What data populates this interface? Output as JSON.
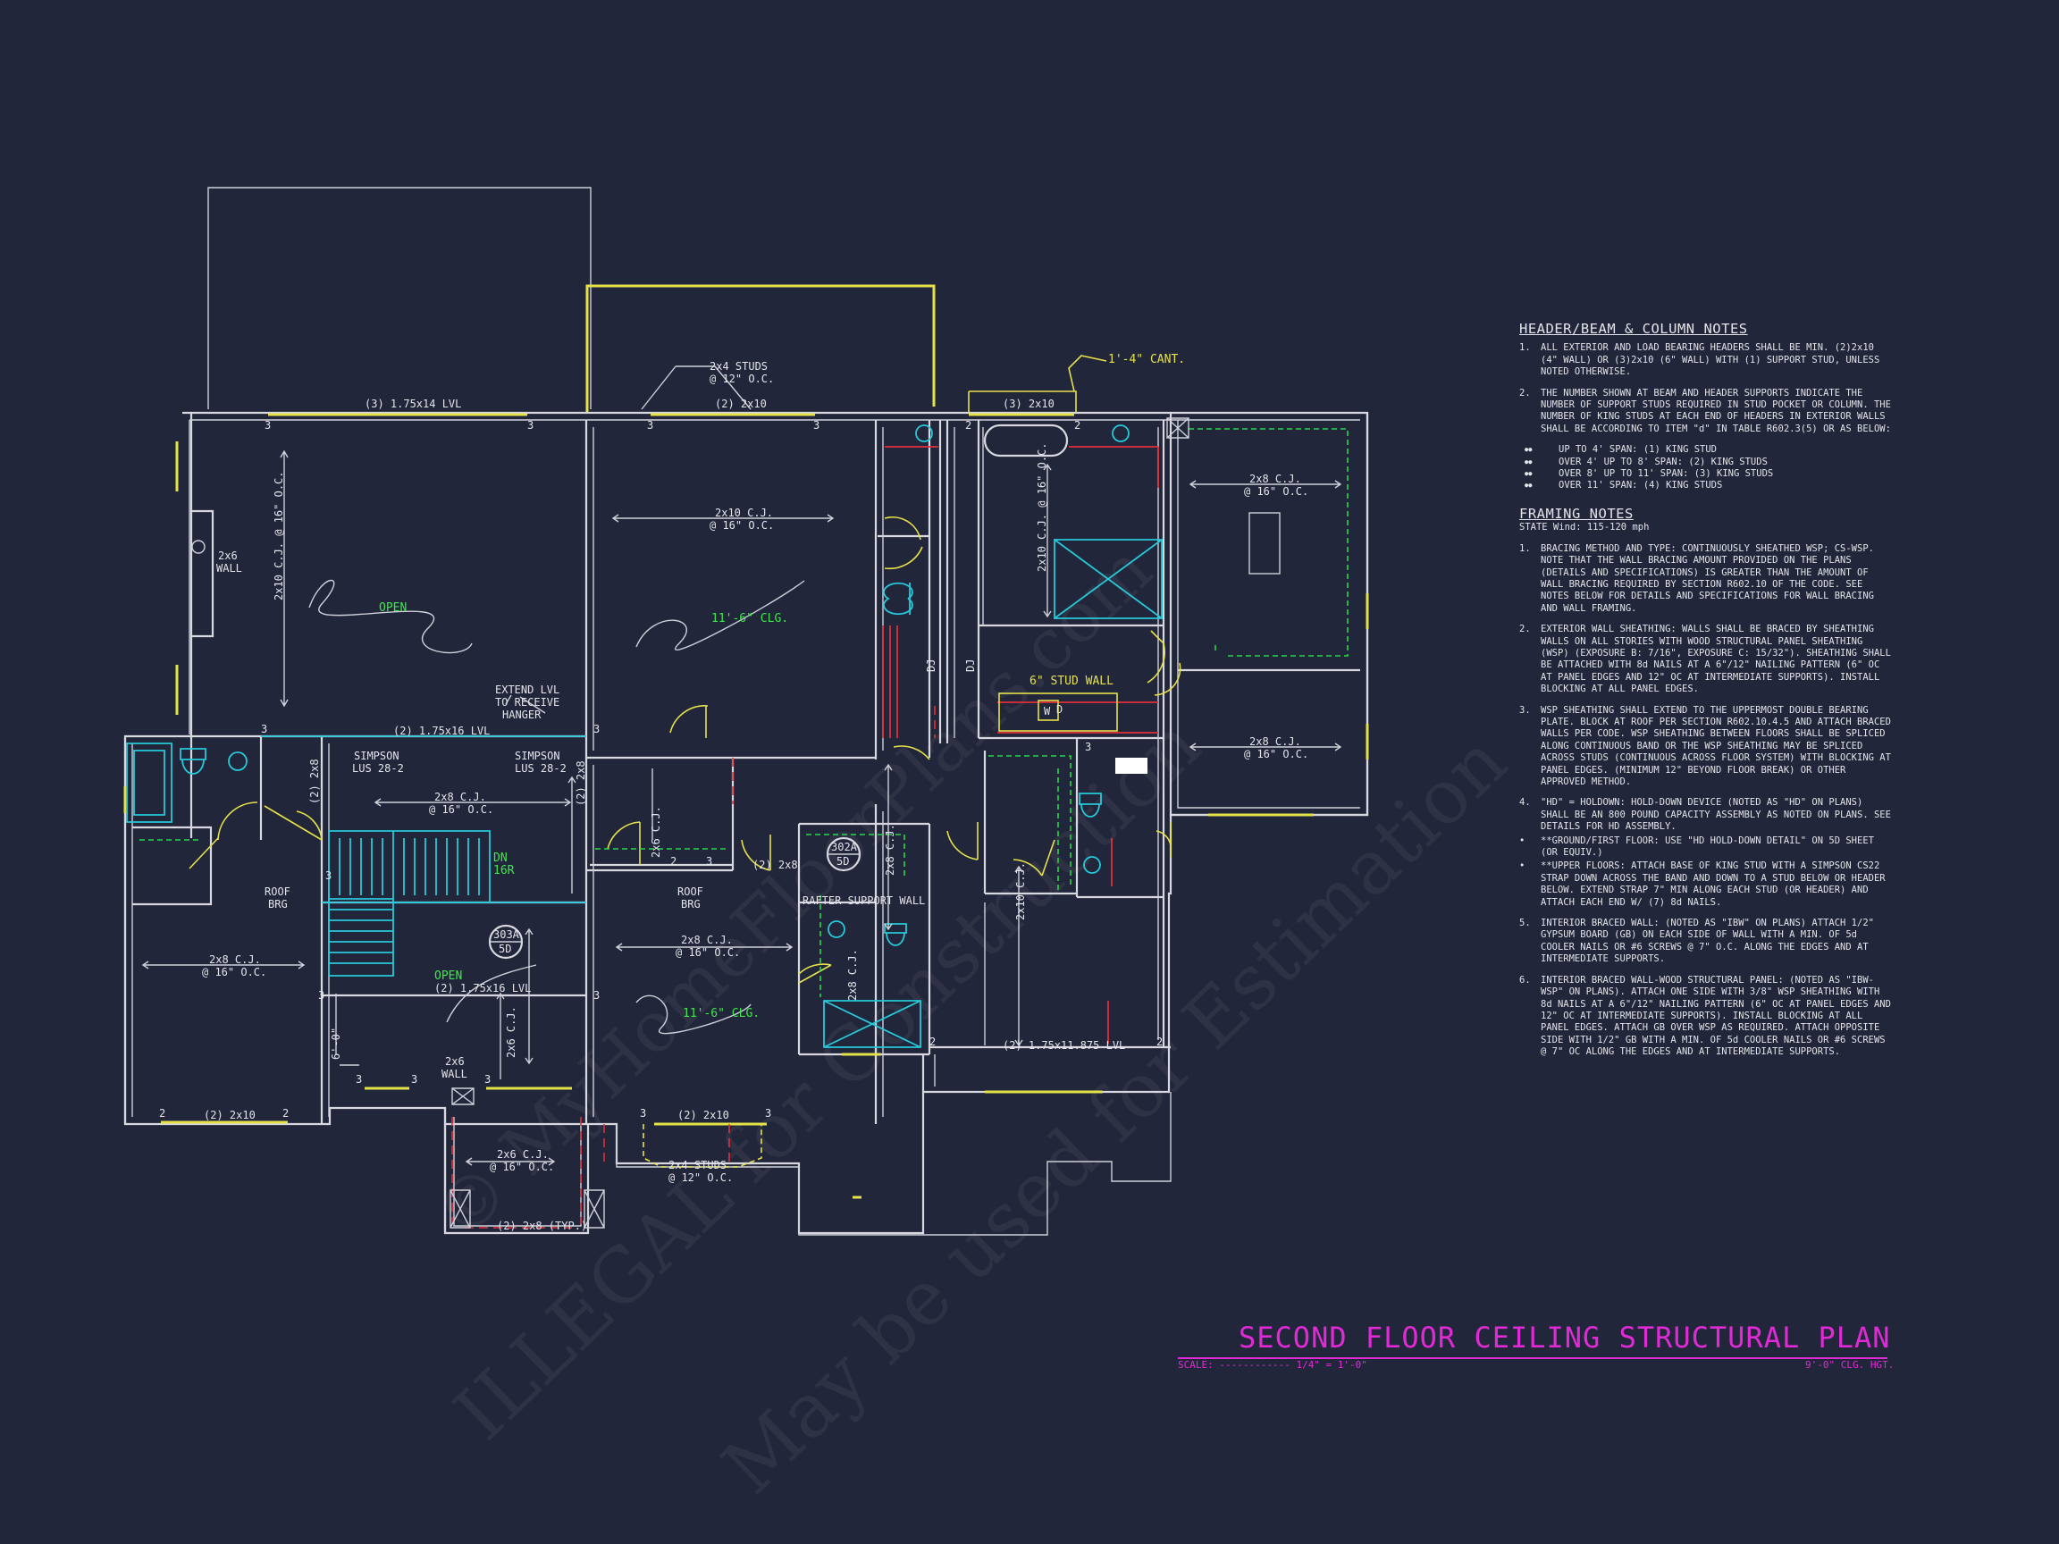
{
  "watermark": {
    "line1": "© MyHomeFloorPlans.com",
    "line2": "ILLEGAL for Construction",
    "line3": "May be used for Estimation"
  },
  "title": "SECOND FLOOR CEILING STRUCTURAL PLAN",
  "scale_label": "SCALE: ------------ 1/4\" = 1'-0\"",
  "ceiling_height": "9'-0\" CLG. HGT.",
  "header_notes": {
    "heading": "HEADER/BEAM & COLUMN NOTES",
    "items": [
      {
        "num": "1.",
        "text": "ALL EXTERIOR AND LOAD BEARING HEADERS SHALL BE MIN. (2)2x10 (4\" WALL) OR (3)2x10 (6\" WALL) WITH (1) SUPPORT STUD, UNLESS NOTED OTHERWISE."
      },
      {
        "num": "2.",
        "text": "THE NUMBER SHOWN AT BEAM AND HEADER SUPPORTS INDICATE THE NUMBER OF SUPPORT STUDS REQUIRED IN STUD POCKET OR COLUMN. THE NUMBER OF KING STUDS AT EACH END OF HEADERS IN EXTERIOR WALLS SHALL BE ACCORDING TO ITEM \"d\" IN TABLE R602.3(5) OR AS BELOW:"
      }
    ],
    "bullets": [
      "UP TO 4' SPAN: (1) KING STUD",
      "OVER 4' UP TO 8' SPAN: (2) KING STUDS",
      "OVER 8' UP TO 11' SPAN: (3) KING STUDS",
      "OVER 11' SPAN: (4) KING STUDS"
    ]
  },
  "framing_notes": {
    "heading": "FRAMING NOTES",
    "state_wind": "STATE Wind: 115-120 mph",
    "items": [
      {
        "num": "1.",
        "text": "BRACING METHOD AND TYPE: CONTINUOUSLY SHEATHED WSP; CS-WSP. NOTE THAT THE WALL BRACING AMOUNT PROVIDED ON THE PLANS (DETAILS AND SPECIFICATIONS) IS GREATER THAN THE AMOUNT OF WALL BRACING REQUIRED BY SECTION R602.10 OF THE CODE. SEE NOTES BELOW FOR DETAILS AND SPECIFICATIONS FOR WALL BRACING AND WALL FRAMING."
      },
      {
        "num": "2.",
        "text": "EXTERIOR WALL SHEATHING: WALLS SHALL BE BRACED BY SHEATHING WALLS ON ALL STORIES WITH WOOD STRUCTURAL PANEL SHEATHING (WSP) (EXPOSURE B: 7/16\", EXPOSURE C: 15/32\"). SHEATHING SHALL BE ATTACHED WITH 8d NAILS AT A 6\"/12\" NAILING PATTERN (6\" OC AT PANEL EDGES AND 12\" OC AT INTERMEDIATE SUPPORTS). INSTALL BLOCKING AT ALL PANEL EDGES."
      },
      {
        "num": "3.",
        "text": "WSP SHEATHING SHALL EXTEND TO THE UPPERMOST DOUBLE BEARING PLATE. BLOCK AT ROOF PER SECTION R602.10.4.5 AND ATTACH BRACED WALLS PER CODE. WSP SHEATHING BETWEEN FLOORS SHALL BE SPLICED ALONG CONTINUOUS BAND OR THE WSP SHEATHING MAY BE SPLICED ACROSS STUDS (CONTINUOUS ACROSS FLOOR SYSTEM) WITH BLOCKING AT PANEL EDGES. (MINIMUM 12\" BEYOND FLOOR BREAK) OR OTHER APPROVED METHOD."
      },
      {
        "num": "4.",
        "text": "\"HD\" = HOLDOWN: HOLD-DOWN DEVICE (NOTED AS \"HD\" ON PLANS) SHALL BE AN 800 POUND CAPACITY ASSEMBLY AS NOTED ON PLANS. SEE DETAILS FOR HD ASSEMBLY."
      }
    ],
    "sub_bullets": [
      "**GROUND/FIRST FLOOR: USE \"HD HOLD-DOWN DETAIL\" ON 5D SHEET (OR EQUIV.)",
      "**UPPER FLOORS: ATTACH BASE OF KING STUD WITH A SIMPSON CS22 STRAP DOWN ACROSS THE BAND AND DOWN TO A STUD BELOW OR HEADER BELOW. EXTEND STRAP 7\" MIN ALONG EACH STUD (OR HEADER) AND ATTACH EACH END W/ (7) 8d NAILS."
    ],
    "items2": [
      {
        "num": "5.",
        "text": "INTERIOR BRACED WALL: (NOTED AS \"IBW\" ON PLANS) ATTACH 1/2\" GYPSUM BOARD (GB) ON EACH SIDE OF WALL WITH A MIN. OF 5d COOLER NAILS OR #6 SCREWS @ 7\" O.C. ALONG THE EDGES AND AT INTERMEDIATE SUPPORTS."
      },
      {
        "num": "6.",
        "text": "INTERIOR BRACED WALL-WOOD STRUCTURAL PANEL: (NOTED AS \"IBW-WSP\" ON PLANS). ATTACH ONE SIDE WITH 3/8\" WSP SHEATHING WITH 8d NAILS AT A 6\"/12\" NAILING PATTERN (6\" OC AT PANEL EDGES AND 12\" OC AT INTERMEDIATE SUPPORTS). INSTALL BLOCKING AT ALL PANEL EDGES. ATTACH GB OVER WSP AS REQUIRED. ATTACH OPPOSITE SIDE WITH 1/2\" GB WITH A MIN. OF 5d COOLER NAILS OR #6 SCREWS @ 7\" OC ALONG THE EDGES AND AT INTERMEDIATE SUPPORTS."
      }
    ]
  },
  "plan_labels": {
    "hdr_3_lvl": "(3) 1.75x14 LVL",
    "studs_12_a": "2x4 STUDS",
    "studs_12_b": "@ 12\" O.C.",
    "hdr_2x10_top": "(2) 2x10",
    "cant": "1'-4\" CANT.",
    "hdr_3_2x10": "(3) 2x10",
    "wall_2x6_a": "2x6",
    "wall_2x6_b": "WALL",
    "cj_2x10_v": "2x10 C.J. @ 16\" O.C.",
    "open1": "OPEN",
    "cj_2x10_a": "2x10 C.J.",
    "cj_2x10_b": "@ 16\" O.C.",
    "clg_11_6": "11'-6\" CLG.",
    "cj_2x8_a": "2x8 C.J.",
    "cj_2x8_b": "@ 16\" O.C.",
    "extend_1": "EXTEND LVL",
    "extend_2": "TO RECEIVE",
    "extend_3": "HANGER",
    "lvl_1_75x16": "(2) 1.75x16 LVL",
    "simpson_1": "SIMPSON",
    "simpson_2": "LUS 28-2",
    "hdr_2_2x8": "(2) 2x8",
    "dn_1": "DN",
    "dn_2": "16R",
    "roof_1": "ROOF",
    "roof_2": "BRG",
    "open2": "OPEN",
    "tag_303a": "303A",
    "tag_5d": "5D",
    "tag_302a": "302A",
    "rafter": "RAFTER SUPPORT WALL",
    "stud_wall_6": "6\" STUD WALL",
    "dj": "DJ",
    "lvl_11875": "(2) 1.75x11.875 LVL",
    "hdr_2x10_bot": "(2) 2x10",
    "hdr_2x8_typ": "(2) 2x8 (TYP.)",
    "cj_2x6_a": "2x6 C.J.",
    "cj_2x6_b": "@ 16\" O.C.",
    "clg_8_0": "6'-0\"",
    "n2": "2",
    "n3": "3",
    "d_label": "D",
    "w_label": "W"
  }
}
